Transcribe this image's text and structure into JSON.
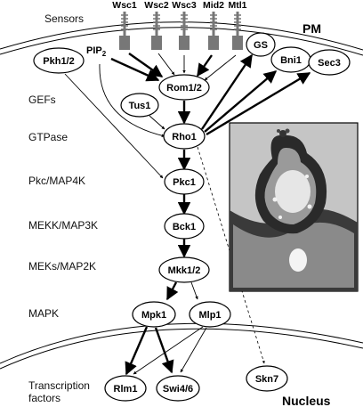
{
  "labels": {
    "pm": "PM",
    "nucleus": "Nucleus",
    "pip2": "PIP",
    "pip2_sub": "2"
  },
  "sensors_row": {
    "title": "Sensors",
    "items": [
      "Wsc1",
      "Wsc2",
      "Wsc3",
      "Mid2",
      "Mtl1"
    ]
  },
  "levels": {
    "gefs": "GEFs",
    "gtpase": "GTPase",
    "pkc": "Pkc/MAP4K",
    "mekk": "MEKK/MAP3K",
    "meks": "MEKs/MAP2K",
    "mapk": "MAPK",
    "tf_line1": "Transcription",
    "tf_line2": "factors"
  },
  "nodes": {
    "pkh": "Pkh1/2",
    "gs": "GS",
    "bni1": "Bni1",
    "sec3": "Sec3",
    "rom": "Rom1/2",
    "tus1": "Tus1",
    "rho1": "Rho1",
    "pkc1": "Pkc1",
    "bck1": "Bck1",
    "mkk": "Mkk1/2",
    "mpk1": "Mpk1",
    "mlp1": "Mlp1",
    "rlm1": "Rlm1",
    "swi": "Swi4/6",
    "skn7": "Skn7"
  }
}
